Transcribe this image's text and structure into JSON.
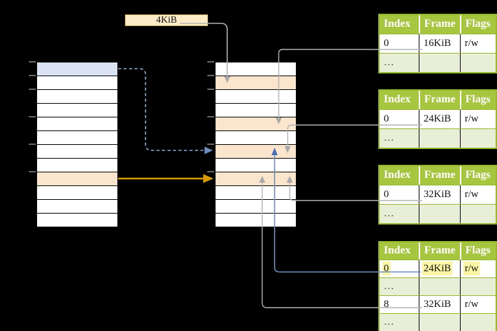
{
  "size_label": "4KiB",
  "memory": {
    "left_column": {
      "rows": [
        "blue",
        "white",
        "white",
        "white",
        "white",
        "white",
        "white",
        "white",
        "orange",
        "white",
        "white",
        "white"
      ],
      "highlighted_entry_color": "blue",
      "pointed_entry_color": "orange"
    },
    "middle_column": {
      "rows": [
        "white",
        "orange",
        "white",
        "white",
        "orange",
        "white",
        "orange",
        "white",
        "orange",
        "white",
        "white",
        "white"
      ]
    }
  },
  "page_tables": [
    {
      "columns": [
        "Index",
        "Frame",
        "Flags"
      ],
      "rows": [
        {
          "cells": [
            "0",
            "16KiB",
            "r/w"
          ],
          "highlight": false
        },
        {
          "cells": [
            "…",
            "",
            ""
          ],
          "highlight": false
        }
      ]
    },
    {
      "columns": [
        "Index",
        "Frame",
        "Flags"
      ],
      "rows": [
        {
          "cells": [
            "0",
            "24KiB",
            "r/w"
          ],
          "highlight": false
        },
        {
          "cells": [
            "…",
            "",
            ""
          ],
          "highlight": false
        }
      ]
    },
    {
      "columns": [
        "Index",
        "Frame",
        "Flags"
      ],
      "rows": [
        {
          "cells": [
            "0",
            "32KiB",
            "r/w"
          ],
          "highlight": false
        },
        {
          "cells": [
            "…",
            "",
            ""
          ],
          "highlight": false
        }
      ]
    },
    {
      "columns": [
        "Index",
        "Frame",
        "Flags"
      ],
      "rows": [
        {
          "cells": [
            "0",
            "24KiB",
            "r/w"
          ],
          "highlight": true
        },
        {
          "cells": [
            "…",
            "",
            ""
          ],
          "highlight": false
        },
        {
          "cells": [
            "8",
            "32KiB",
            "r/w"
          ],
          "highlight": false
        },
        {
          "cells": [
            "…",
            "",
            ""
          ],
          "highlight": false
        }
      ]
    }
  ],
  "colors": {
    "table_header_green": "#a6c63f",
    "table_border_green": "#94b82f",
    "row_light_green": "#e9efd6",
    "highlight_yellow": "#faf5a3",
    "frame_orange": "#fce5cd",
    "entry_blue": "#d9e2f3",
    "label_cream": "#fcecc8",
    "arrow_orange": "#d79b00",
    "arrow_blue": "#6d8ebf",
    "arrow_dashed_blue": "#8faedc",
    "arrow_gray": "#b3b3b3"
  }
}
